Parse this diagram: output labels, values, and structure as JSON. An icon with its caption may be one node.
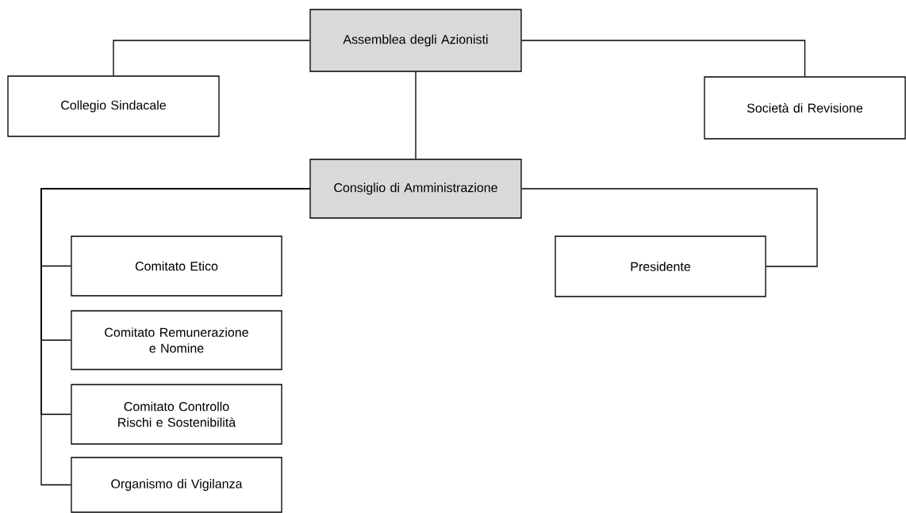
{
  "diagram": {
    "nodes": [
      {
        "text": [
          "Assemblea degli Azionisti"
        ]
      },
      {
        "text": [
          "Collegio Sindacale"
        ]
      },
      {
        "text": [
          "Società di Revisione"
        ]
      },
      {
        "text": [
          "Consiglio di Amministrazione"
        ]
      },
      {
        "text": [
          "Comitato Etico"
        ]
      },
      {
        "text": [
          "Presidente"
        ]
      },
      {
        "text": [
          "Comitato Remunerazione e Nomine"
        ]
      },
      {
        "text": [
          "Comitato Controllo Rischi e Sostenibilità"
        ]
      },
      {
        "text": [
          "Organismo di Vigilanza"
        ]
      }
    ],
    "edges": [
      {
        "from": 0,
        "to": 1,
        "arrow": "none"
      },
      {
        "from": 0,
        "to": 2,
        "arrow": "none"
      },
      {
        "from": 0,
        "to": 3,
        "arrow": "none"
      },
      {
        "from": 3,
        "to": 4,
        "arrow": "none"
      },
      {
        "from": 3,
        "to": 6,
        "arrow": "none"
      },
      {
        "from": 3,
        "to": 7,
        "arrow": "none"
      },
      {
        "from": 3,
        "to": 8,
        "arrow": "none"
      },
      {
        "from": 3,
        "to": 5,
        "arrow": "none"
      }
    ]
  }
}
